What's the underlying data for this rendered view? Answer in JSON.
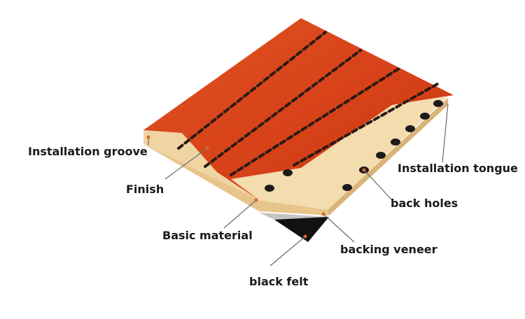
{
  "colors": {
    "finish": "#d9441c",
    "finish_dark": "#b8340f",
    "base": "#f1d7a8",
    "base_side": "#e2bf86",
    "veneer": "#c9c9c9",
    "felt": "#111111",
    "leader": "#6a6a6a",
    "dot": "#e0642a"
  },
  "labels": {
    "installation_groove": "Installation groove",
    "finish": "Finish",
    "basic_material": "Basic material",
    "black_felt": "black felt",
    "installation_tongue": "Installation tongue",
    "back_holes": "back holes",
    "backing_veneer": "backing veneer"
  }
}
